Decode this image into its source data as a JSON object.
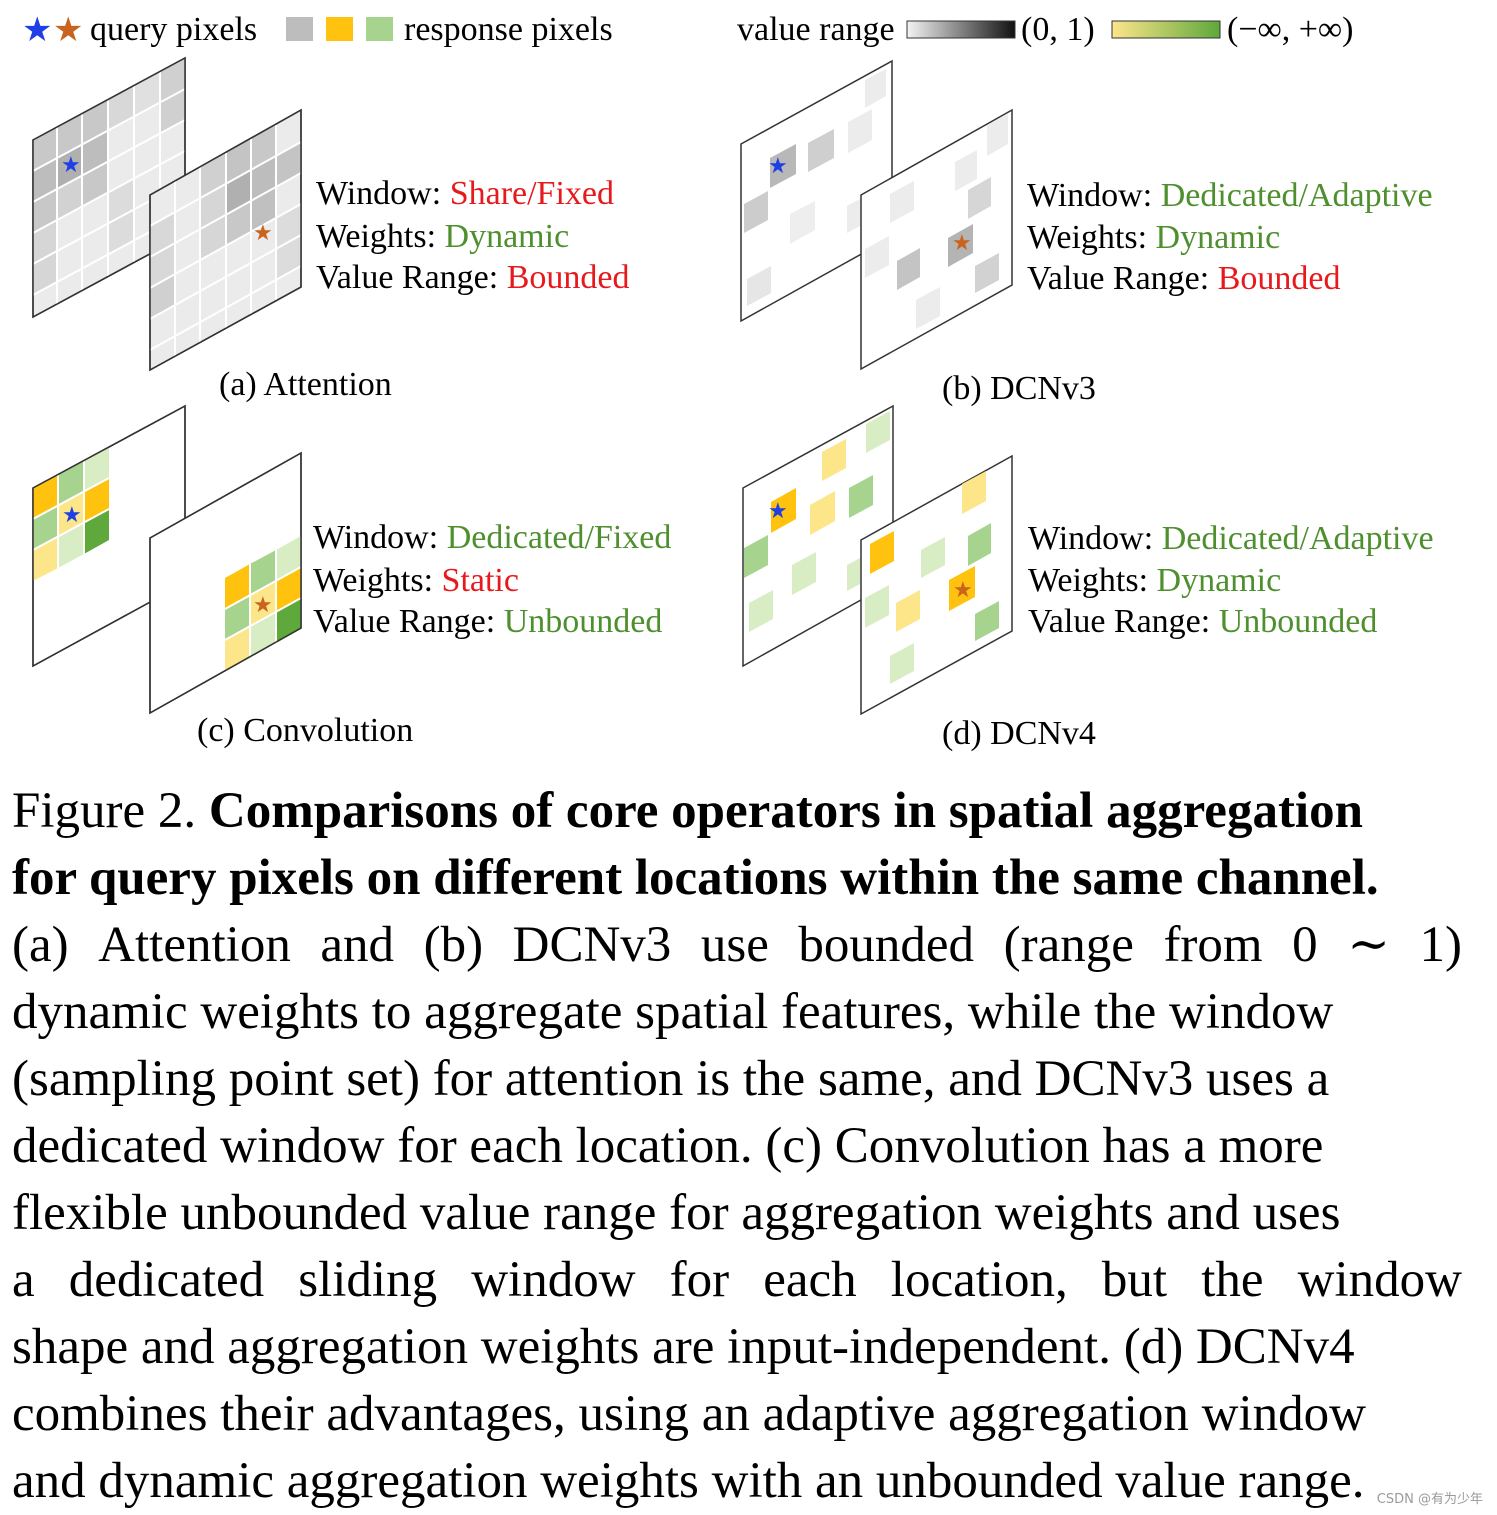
{
  "legend": {
    "query_label": "query pixels",
    "response_label": "response pixels",
    "value_range_label": "value range",
    "range_bounded": "(0, 1)",
    "range_unbounded": "(−∞, +∞)"
  },
  "panels": [
    {
      "caption": "(a) Attention",
      "window_label": "Window: ",
      "window_value": "Share/Fixed",
      "weights_label": "Weights: ",
      "weights_value": "Dynamic",
      "range_label": "Value Range: ",
      "range_value": "Bounded"
    },
    {
      "caption": "(b) DCNv3",
      "window_label": "Window: ",
      "window_value": "Dedicated/Adaptive",
      "weights_label": "Weights: ",
      "weights_value": "Dynamic",
      "range_label": "Value Range: ",
      "range_value": "Bounded"
    },
    {
      "caption": "(c) Convolution",
      "window_label": "Window: ",
      "window_value": "Dedicated/Fixed",
      "weights_label": "Weights: ",
      "weights_value": "Static",
      "range_label": "Value Range: ",
      "range_value": "Unbounded"
    },
    {
      "caption": "(d) DCNv4",
      "window_label": "Window: ",
      "window_value": "Dedicated/Adaptive",
      "weights_label": "Weights: ",
      "weights_value": "Dynamic",
      "range_label": "Value Range: ",
      "range_value": "Unbounded"
    }
  ],
  "colors": {
    "red": "#e8191d",
    "green": "#4e8f2e",
    "query_blue": "#1f3fe6",
    "query_orange": "#c8641e"
  },
  "figure_caption": {
    "prefix": "Figure 2. ",
    "bold_1": "Comparisons of core operators in spatial aggregation",
    "bold_2": "for query pixels on different locations within the same channel.",
    "l1": [
      "(a)",
      "Attention",
      "and",
      "(b)",
      "DCNv3",
      "use",
      "bounded",
      "(range",
      "from",
      "0",
      "∼",
      "1)"
    ],
    "l2": "dynamic weights to aggregate spatial features, while the window",
    "l3": "(sampling point set) for attention is the same, and DCNv3 uses a",
    "l4": "dedicated window for each location. (c) Convolution has a more",
    "l5": "flexible unbounded value range for aggregation weights and uses",
    "l6": [
      "a",
      "dedicated",
      "sliding",
      "window",
      "for",
      "each",
      "location,",
      "but",
      "the",
      "window"
    ],
    "l7": "shape and aggregation weights are input-independent. (d) DCNv4",
    "l8": "combines their advantages, using an adaptive aggregation window",
    "l9": "and dynamic aggregation weights with an unbounded value range."
  },
  "watermark": "CSDN @有为少年"
}
